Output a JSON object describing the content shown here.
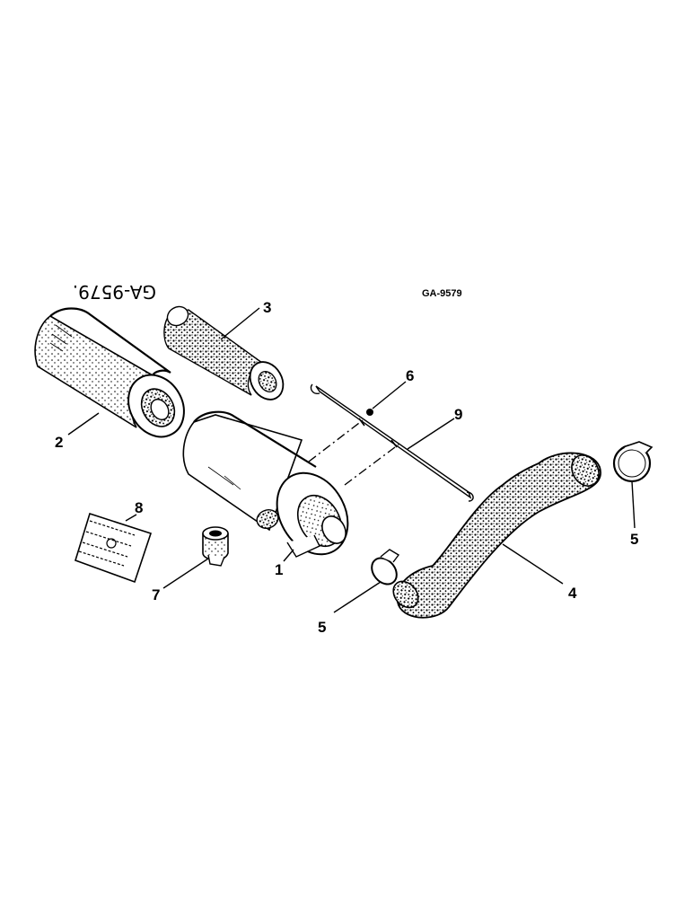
{
  "figure": {
    "drawing_code": "GA-9579",
    "drawing_code_mirrored": "GA-9579."
  },
  "callouts": {
    "c1": "1",
    "c2": "2",
    "c3": "3",
    "c4": "4",
    "c5a": "5",
    "c5b": "5",
    "c6": "6",
    "c7": "7",
    "c8": "8",
    "c9": "9"
  }
}
